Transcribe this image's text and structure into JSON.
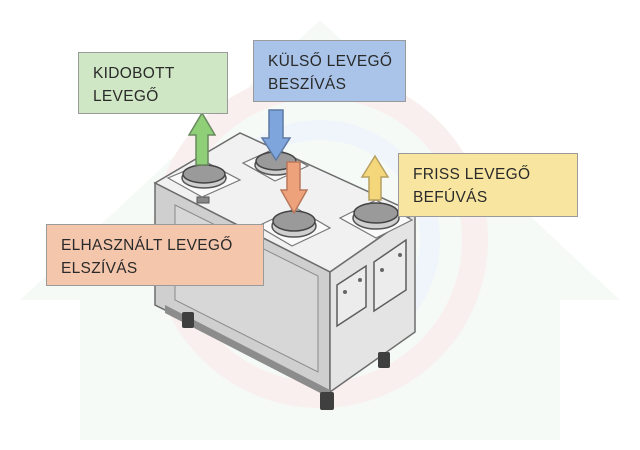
{
  "labels": {
    "exhaust": {
      "line1": "KIDOBOTT",
      "line2": "LEVEGŐ"
    },
    "outdoor": {
      "line1": "KÜLSŐ LEVEGŐ",
      "line2": "BESZÍVÁS"
    },
    "supply": {
      "line1": "FRISS LEVEGŐ",
      "line2": "BEFÚVÁS"
    },
    "extract": {
      "line1": "ELHASZNÁLT LEVEGŐ",
      "line2": "ELSZÍVÁS"
    }
  },
  "colors": {
    "exhaust": "#8fcf78",
    "outdoor": "#7fa6dc",
    "supply": "#f4d77a",
    "extract": "#eea27c",
    "background_logo": "#e7f3ea"
  }
}
